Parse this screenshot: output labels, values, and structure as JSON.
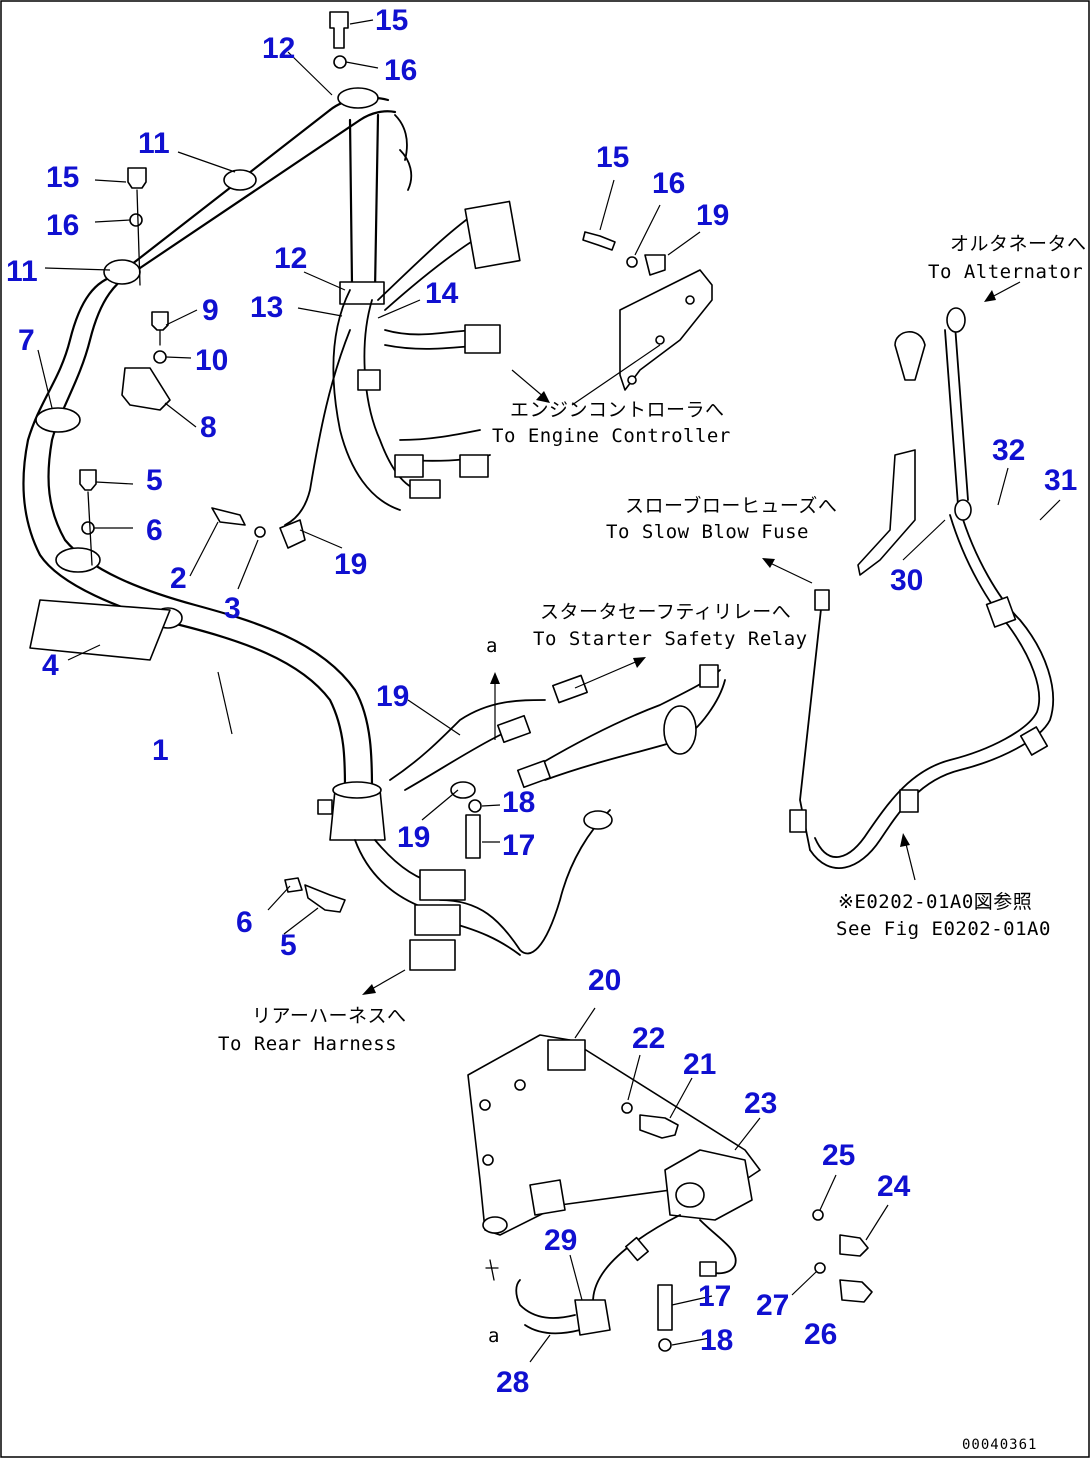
{
  "callouts": {
    "c1": "1",
    "c2": "2",
    "c3": "3",
    "c4": "4",
    "c5a": "5",
    "c5b": "5",
    "c6a": "6",
    "c6b": "6",
    "c7": "7",
    "c8": "8",
    "c9": "9",
    "c10": "10",
    "c11a": "11",
    "c11b": "11",
    "c12a": "12",
    "c12b": "12",
    "c13": "13",
    "c14": "14",
    "c15a": "15",
    "c15b": "15",
    "c15c": "15",
    "c16a": "16",
    "c16b": "16",
    "c16c": "16",
    "c17a": "17",
    "c17b": "17",
    "c18a": "18",
    "c18b": "18",
    "c19a": "19",
    "c19b": "19",
    "c19c": "19",
    "c19d": "19",
    "c20": "20",
    "c21": "21",
    "c22": "22",
    "c23": "23",
    "c24": "24",
    "c25": "25",
    "c26": "26",
    "c27": "27",
    "c28": "28",
    "c29": "29",
    "c30": "30",
    "c31": "31",
    "c32": "32"
  },
  "notes": {
    "alternator_jp": "オルタネータへ",
    "alternator_en": "To Alternator",
    "engine_controller_jp": "エンジンコントローラへ",
    "engine_controller_en": "To Engine Controller",
    "slow_blow_fuse_jp": "スローブローヒューズへ",
    "slow_blow_fuse_en": "To Slow Blow Fuse",
    "starter_safety_relay_jp": "スタータセーフティリレーへ",
    "starter_safety_relay_en": "To Starter Safety Relay",
    "rear_harness_jp": "リアーハーネスへ",
    "rear_harness_en": "To Rear Harness",
    "see_fig_jp": "※E0202-01A0図参照",
    "see_fig_en": "See Fig E0202-01A0",
    "marker_a1": "a",
    "marker_a2": "a",
    "drawing_code": "00040361"
  }
}
